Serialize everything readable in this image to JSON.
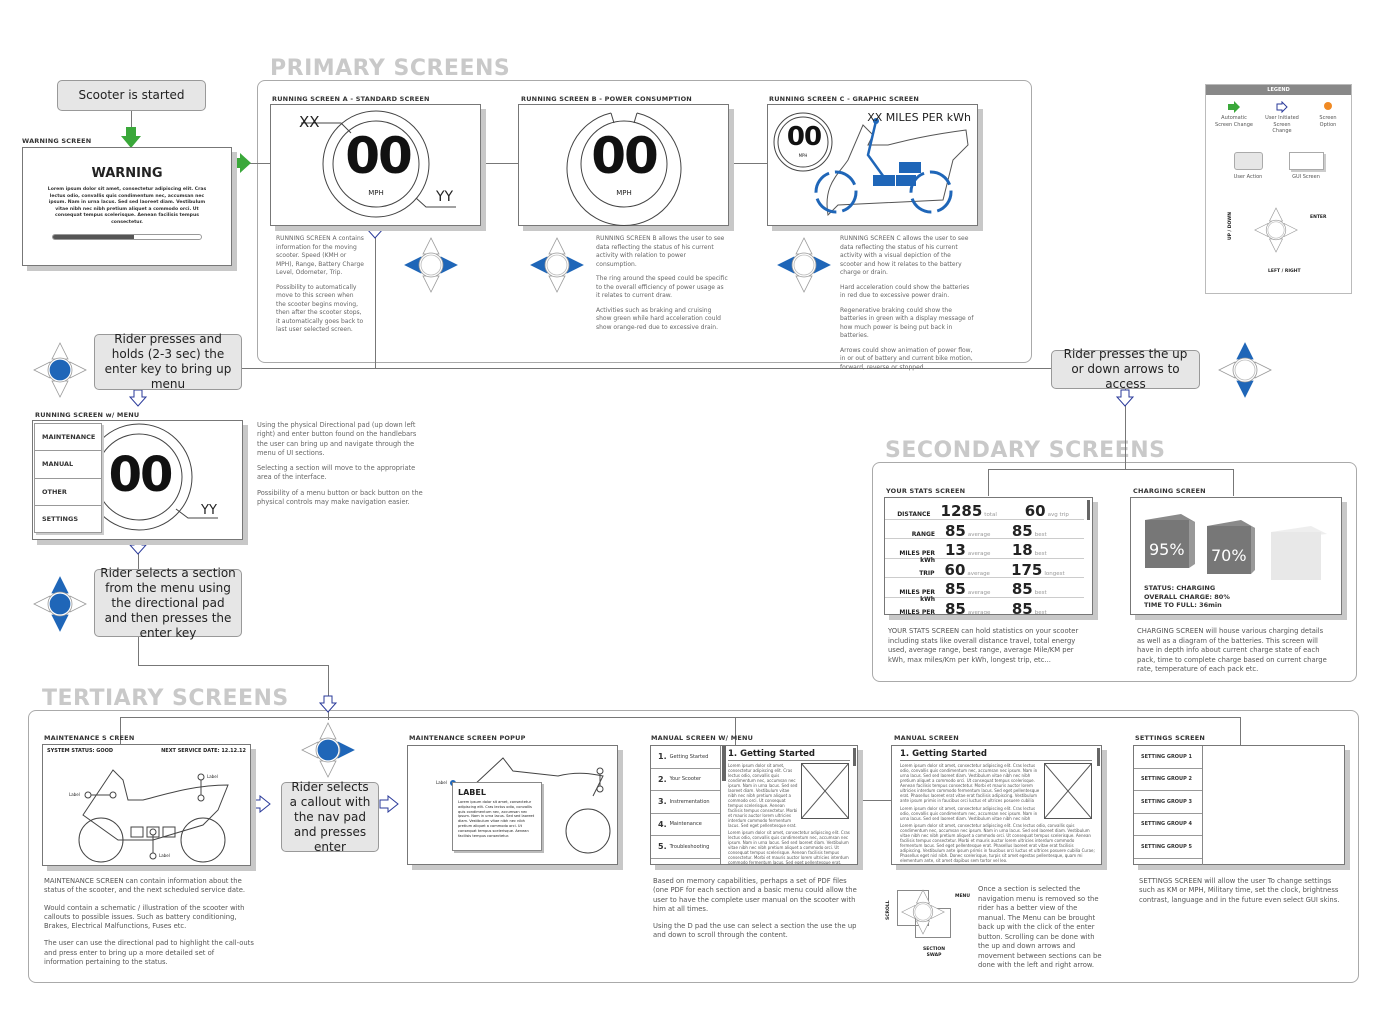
{
  "sections": {
    "primary": "PRIMARY SCREENS",
    "secondary": "SECONDARY SCREENS",
    "tertiary": "TERTIARY SCREENS"
  },
  "actions": {
    "start": "Scooter is started",
    "hold_enter": "Rider presses and holds (2-3 sec) the enter key to bring up menu",
    "up_down": "Rider presses the up or down arrows to access",
    "select_section": "Rider selects a section from the menu using the directional pad and then presses the enter key",
    "select_callout": "Rider selects a callout with the nav pad and presses enter"
  },
  "warning": {
    "label": "WARNING SCREEN",
    "title": "WARNING",
    "body": "Lorem ipsum dolor sit amet, consectetur adipiscing elit. Cras lectus odio, convallis quis condimentum nec, accumsan nec ipsum. Nam in urna lacus. Sed sed laoreet diam. Vestibulum vitae nibh nec nibh pretium aliquet a commodo orci. Ut consequat tempus scelerisque. Aenean facilisis tempus consectetur.",
    "progress": 0.55
  },
  "screen_a": {
    "label": "RUNNING SCREEN A - STANDARD SCREEN",
    "speed": "00",
    "unit": "MPH",
    "left": "XX",
    "right": "YY",
    "desc": [
      "RUNNING SCREEN A contains information for the moving scooter. Speed (KMH or MPH), Range, Battery Charge Level, Odometer, Trip.",
      "Possibility to automatically move to this screen when the scooter begins moving, then after the scooter stops, it automatically goes back to last user selected screen."
    ]
  },
  "screen_b": {
    "label": "RUNNING SCREEN B - POWER CONSUMPTION",
    "speed": "00",
    "unit": "MPH",
    "desc": [
      "RUNNING SCREEN B allows the user to see data reflecting the status of his current activity with relation to power consumption.",
      "The ring around the speed could be specific to the overall efficiency of power usage as it relates to current draw.",
      "Activities such as braking and cruising show green while hard acceleration could show orange-red due to excessive drain."
    ]
  },
  "screen_c": {
    "label": "RUNNING SCREEN C - GRAPHIC SCREEN",
    "speed": "00",
    "unit": "MPH",
    "efficiency": "XX MILES PER kWh",
    "desc": [
      "RUNNING SCREEN C allows the user to see data reflecting the status of his current activity with a visual depiction of the scooter and how it relates to the battery charge or drain.",
      "Hard acceleration could show the batteries in red due to excessive power drain.",
      "Regenerative braking could show the batteries in green with a display message of how much power is being put back in batteries.",
      "Arrows could show animation of power flow, in or out of battery and current bike motion, forward, reverse or stopped."
    ]
  },
  "legend": {
    "title": "LEGEND",
    "auto": "Automatic Screen Change",
    "user": "User Initiated Screen Change",
    "option": "Screen Option",
    "action": "User Action",
    "gui": "GUI Screen",
    "enter": "ENTER",
    "updown": "UP / DOWN",
    "leftright": "LEFT / RIGHT"
  },
  "menu_screen": {
    "label": "RUNNING SCREEN w/ MENU",
    "items": [
      "MAINTENANCE",
      "MANUAL",
      "OTHER",
      "SETTINGS"
    ],
    "speed": "00",
    "right": "YY",
    "desc": [
      "Using the physical Directional pad (up down left right) and enter button found on the handlebars the user can bring up and navigate through the menu of UI sections.",
      "Selecting a section will move to the appropriate area of the interface.",
      "Possibility of a menu button or back button on the physical controls may make navigation easier."
    ]
  },
  "stats": {
    "label": "YOUR STATS SCREEN",
    "rows": [
      {
        "k": "DISTANCE",
        "v1": "1285",
        "u1": "total",
        "v2": "60",
        "u2": "avg trip"
      },
      {
        "k": "RANGE",
        "v1": "85",
        "u1": "average",
        "v2": "85",
        "u2": "best"
      },
      {
        "k": "MILES PER kWh",
        "v1": "13",
        "u1": "average",
        "v2": "18",
        "u2": "best"
      },
      {
        "k": "TRIP",
        "v1": "60",
        "u1": "average",
        "v2": "175",
        "u2": "longest"
      },
      {
        "k": "MILES PER kWh",
        "v1": "85",
        "u1": "average",
        "v2": "85",
        "u2": "best"
      },
      {
        "k": "MILES PER kWh",
        "v1": "85",
        "u1": "average",
        "v2": "85",
        "u2": "best"
      }
    ],
    "desc": "YOUR STATS SCREEN can hold statistics on your scooter including stats like overall distance travel, total energy used, average range, best range, average Mile/KM per kWh, max miles/Km per kWh, longest trip, etc..."
  },
  "charging": {
    "label": "CHARGING SCREEN",
    "pack1": "95%",
    "pack2": "70%",
    "status": "STATUS: CHARGING",
    "overall": "OVERALL CHARGE: 80%",
    "time": "TIME TO FULL: 36min",
    "desc": "CHARGING SCREEN will house various charging details as well as a diagram of the batteries. This screen will have in depth info about current charge state of each pack, time to complete charge based on current charge rate, temperature of each pack etc."
  },
  "maintenance": {
    "label": "MAINTENANCE S CREEN",
    "status": "SYSTEM STATUS: GOOD",
    "next": "NEXT SERVICE DATE: 12.12.12",
    "callout": "Label",
    "desc": [
      "MAINTENANCE SCREEN can contain information about the status of the scooter, and the next scheduled service date.",
      "Would contain a schematic / illustration of the scooter with callouts to possible issues. Such as battery conditioning, Brakes, Electrical Malfunctions, Fuses etc.",
      "The user can use the directional pad to highlight the call-outs and press enter to bring up a more detailed set of information pertaining to the status."
    ]
  },
  "popup": {
    "label": "MAINTENANCE SCREEN POPUP",
    "title": "LABEL",
    "callout": "Label",
    "body": "Lorem ipsum dolor sit amet, consectetur adipiscing elit. Cras lectus odio, convallis quis condimentum nec, accumsan nec ipsum. Nam in urna lacus. Sed sed laoreet diam. Vestibulum vitae nibh nec nibh pretium aliquet a commodo orci. Ut consequat tempus scelerisque. Aenean facilisis tempus consectetur."
  },
  "manual_menu": {
    "label": "MANUAL SCREEN W/ MENU",
    "items": [
      {
        "n": "1.",
        "t": "Getting Started"
      },
      {
        "n": "2.",
        "t": "Your Scooter"
      },
      {
        "n": "3.",
        "t": "Instrementation"
      },
      {
        "n": "4.",
        "t": "Maintenance"
      },
      {
        "n": "5.",
        "t": "Troubleshooting"
      }
    ],
    "heading": "1. Getting Started",
    "desc": [
      "Based on memory capabilities, perhaps a set of PDF files (one PDF for each section and a basic menu could allow the user to have the complete user manual on the scooter with him at all times.",
      "Using the D pad the use can select a section the use the up and down to scroll through the content."
    ]
  },
  "manual": {
    "label": "MANUAL SCREEN",
    "heading": "1. Getting Started",
    "scroll": "SCROLL",
    "menu": "MENU",
    "swap": "SECTION SWAP",
    "desc": "Once a section is selected the navigation menu is removed so the rider has a better view of the manual. The Menu can be brought back up with the click of the enter button. Scrolling can be done with the up and down arrows and movement between sections can be done with the left and right arrow."
  },
  "lorem": "Lorem ipsum dolor sit amet, consectetur adipiscing elit. Cras lectus odio, convallis quis condimentum nec, accumsan nec ipsum. Nam in urna lacus. Sed sed laoreet diam. Vestibulum vitae nibh nec nibh pretium aliquet a commodo orci. Ut consequat tempus scelerisque. Aenean facilisis tempus consectetur. Morbi et mauris auctor lorem ultricies interdum commodo fermentum lacus. Sed eget pellentesque erat. Phasellus laoreet erat vitae erat facilisis adipiscing. Vestibulum ante ipsum primis in faucibus orci luctus et ultrices posuere cubilia Curae; Phasellus eget nisl nibh. Donec scelerisque, turpis sit amet egestas pellentesque, quam mi elementum ante, sit amet dapibus sem tortor vel leo.",
  "settings": {
    "label": "SETTINGS SCREEN",
    "items": [
      "SETTING GROUP 1",
      "SETTING GROUP 2",
      "SETTING GROUP 3",
      "SETTING GROUP 4",
      "SETTING GROUP 5"
    ],
    "desc": "SETTINGS SCREEN will allow the user To change settings such as KM or MPH, Military time, set the clock, brightness contrast, language and in the future even select GUI skins."
  },
  "colors": {
    "auto": "#3aa83a",
    "user": "#2a3a9a",
    "blue": "#1f66b8",
    "option": "#f08a24",
    "action": "#e6e6e6"
  }
}
